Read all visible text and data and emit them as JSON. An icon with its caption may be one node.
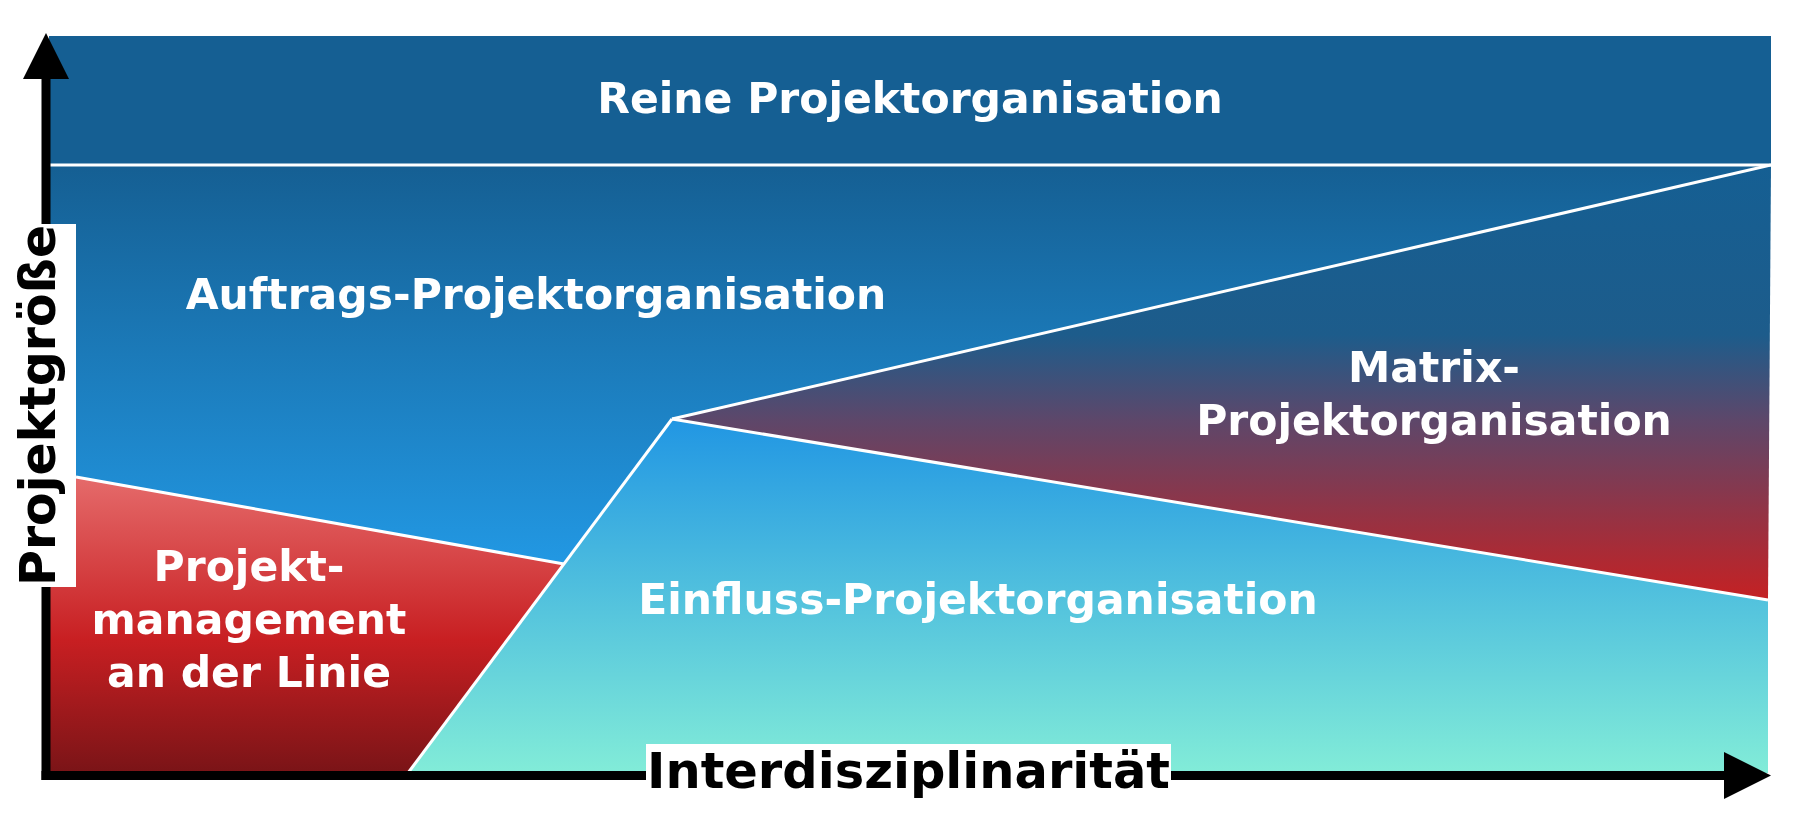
{
  "diagram": {
    "nodes": [
      {
        "text": [
          "Reine Projektorganisation"
        ]
      },
      {
        "text": [
          "Auftrags-Projektorganisation"
        ]
      },
      {
        "text": [
          "Matrix- Projektorganisation"
        ]
      },
      {
        "text": [
          "Projekt- management an der Linie"
        ]
      },
      {
        "text": [
          "Einfluss-Projektorganisation"
        ]
      }
    ],
    "labels": [
      "Projektgröße",
      "Interdisziplinarität"
    ]
  }
}
